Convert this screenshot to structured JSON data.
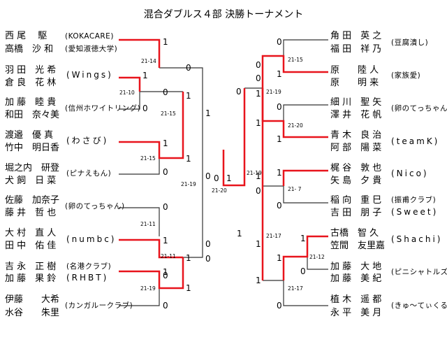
{
  "title": "混合ダブルス４部 決勝トーナメント",
  "left_teams": [
    {
      "p1": "西 尾　 駆",
      "p2": "高橋　沙 和",
      "team": "(KOKACARE)",
      "team2": "(愛知淑徳大学)"
    },
    {
      "p1": "羽 田　光 希",
      "p2": "倉 良　花 林",
      "team": "(Wings)"
    },
    {
      "p1": "加 藤　睦 貴",
      "p2": "和田　奈々美",
      "team": "(信州ホワイトリング)"
    },
    {
      "p1": "渡邉　優 真",
      "p2": "竹中　明日香",
      "team": "(わさび)"
    },
    {
      "p1": "堀之内　研登",
      "p2": "犬 飼　日 菜",
      "team": "(ピナえもん)"
    },
    {
      "p1": "佐藤　加奈子",
      "p2": "藤 井　哲 也",
      "team": "(卵のてっちゃん)"
    },
    {
      "p1": "大 村　直 人",
      "p2": "田 中　佑 佳",
      "team": "(numbc)"
    },
    {
      "p1": "吉 永　正 樹",
      "p2": "加 藤　果 鈴",
      "team": "(名港クラブ)",
      "team2": "(RHBT)"
    },
    {
      "p1": "伊藤　　大希",
      "p2": "水谷　　朱里",
      "team": "(カンガルークラブ)"
    }
  ],
  "right_teams": [
    {
      "p1": "角 田　英 之",
      "p2": "福 田　祥 乃",
      "team": "(豆腐潰し)"
    },
    {
      "p1": "原　　陸 人",
      "p2": "原　　明 来",
      "team": "(家族愛)"
    },
    {
      "p1": "細 川　聖 矢",
      "p2": "澤 井　花 帆",
      "team": "(卵のてっちゃん)"
    },
    {
      "p1": "青 木　良 治",
      "p2": "阿 部　陽 菜",
      "team": "(teamK)"
    },
    {
      "p1": "梶 谷　敦 也",
      "p2": "矢 島　夕 貴",
      "team": "(Nico)"
    },
    {
      "p1": "稲 向　重 巳",
      "p2": "吉 田　朋 子",
      "team": "(振甫クラブ)",
      "team2": "(Sweet)"
    },
    {
      "p1": "古橋　智 久",
      "p2": "笠間　友里嘉",
      "team": "(Shachi)"
    },
    {
      "p1": "加 藤　大 地",
      "p2": "加 藤　美 紀",
      "team": "(ピニシャトルズ)"
    },
    {
      "p1": "植 木　遥 都",
      "p2": "永 平　美 月",
      "team": "(きゅ～てぃくる)"
    }
  ],
  "scores": {
    "l1": "1",
    "l2": "0",
    "l3": "1",
    "l4": "0",
    "l5": "1",
    "l6": "0",
    "l7": "1",
    "l8": "0",
    "l9": "1",
    "l10": "1",
    "l11": "0",
    "l12": "1",
    "l13": "0",
    "l14": "1",
    "l15": "0",
    "l16": "0",
    "l17": "1",
    "l18": "0",
    "l19": "1",
    "l20": "0",
    "l21": "1",
    "r1": "0",
    "r2": "1",
    "r3": "0",
    "r4": "1",
    "r5": "1",
    "r6": "0",
    "r7": "1",
    "r8": "1",
    "r9": "0",
    "r10": "0",
    "r11": "1",
    "r12": "1",
    "r13": "0",
    "r14": "0",
    "r15": "1",
    "r16": "1",
    "r17": "0",
    "r18": "1",
    "r19": "0",
    "f1": "0",
    "f2": "1"
  },
  "game_scores": {
    "g1": "21-14",
    "g2": "21-10",
    "g3": "21-15",
    "g4": "21-15",
    "g5": "21-11",
    "g6": "21-11",
    "g7": "21-19",
    "g8": "21-19",
    "g9": "21-15",
    "g10": "21-19",
    "g11": "21-20",
    "g12": "21-19",
    "g13": "21- 7",
    "g14": "21-17",
    "g15": "21-12",
    "g16": "21-17",
    "g17": "21-20"
  },
  "colors": {
    "winner": "#e8141c",
    "loser": "#333333"
  }
}
